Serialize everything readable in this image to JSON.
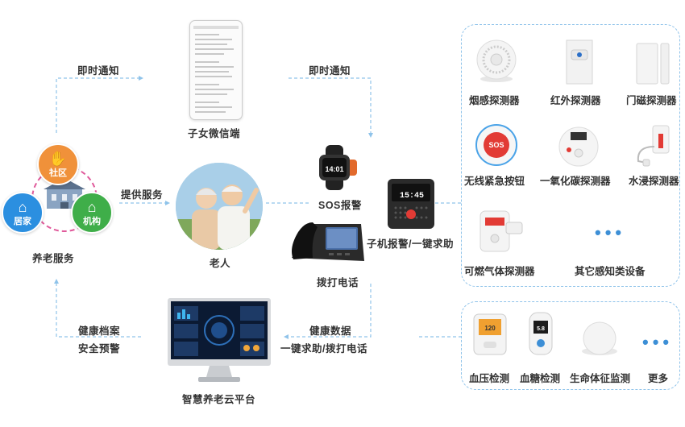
{
  "colors": {
    "accent": "#3d8fd6",
    "orange": "#f0913a",
    "blue": "#2b8fe0",
    "green": "#3fae49",
    "pink": "#e05a9b",
    "sos": "#e23b35"
  },
  "left": {
    "community": "社区",
    "home": "居家",
    "institution": "机构",
    "title": "养老服务",
    "provide": "提供服务"
  },
  "flow": {
    "notify_left": "即时通知",
    "notify_right": "即时通知",
    "health_record": "健康档案",
    "safety_warning": "安全预警",
    "health_data": "健康数据",
    "sos_call": "一键求助/拨打电话"
  },
  "center": {
    "wechat_label": "子女微信端",
    "elder_label": "老人",
    "sos_label": "SOS报警",
    "call_label": "拨打电话",
    "alarm_label": "子机报警/一键求助",
    "platform_label": "智慧养老云平台",
    "alarm_time": "15:45"
  },
  "sensors": {
    "items": [
      "烟感探测器",
      "红外探测器",
      "门磁探测器",
      "无线紧急按钮",
      "一氧化碳探测器",
      "水浸探测器",
      "可燃气体探测器",
      "其它感知类设备"
    ]
  },
  "health": {
    "items": [
      "血压检测",
      "血糖检测",
      "生命体征监测",
      "更多"
    ],
    "glucose_value": "5.8"
  }
}
